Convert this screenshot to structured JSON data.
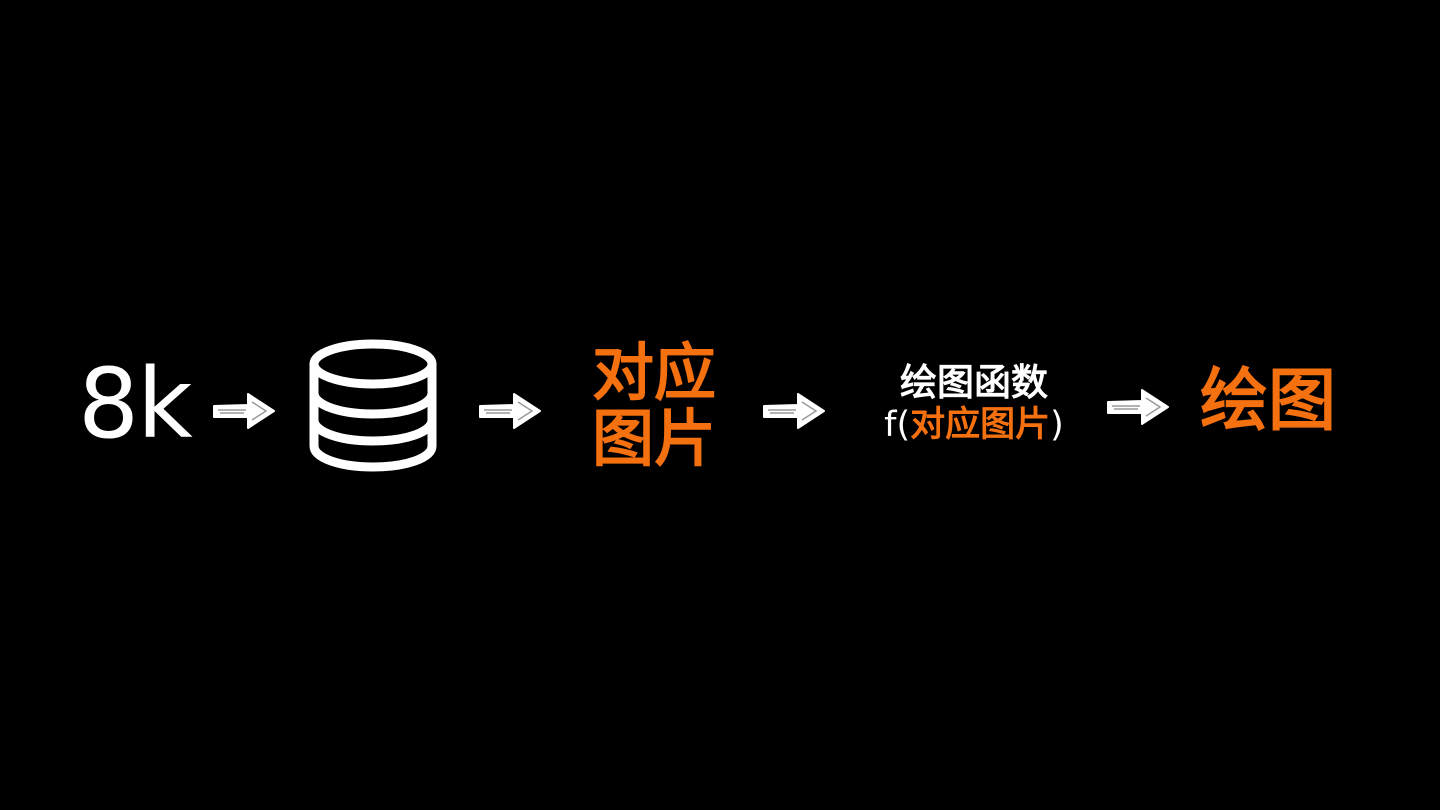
{
  "colors": {
    "background": "#000000",
    "text": "#ffffff",
    "accent": "#f5700f"
  },
  "nodes": {
    "input": {
      "label": "8k"
    },
    "database": {
      "icon": "database-icon"
    },
    "lookup": {
      "line1": "对应",
      "line2": "图片"
    },
    "function": {
      "name": "绘图函数",
      "call_prefix": "f(",
      "call_arg": "对应图片",
      "call_suffix": ")"
    },
    "output": {
      "label": "绘图"
    }
  },
  "connectors": [
    {
      "from": "input",
      "to": "database",
      "icon": "arrow-right-icon"
    },
    {
      "from": "database",
      "to": "lookup",
      "icon": "arrow-right-icon"
    },
    {
      "from": "lookup",
      "to": "function",
      "icon": "arrow-right-icon"
    },
    {
      "from": "function",
      "to": "output",
      "icon": "arrow-right-icon"
    }
  ]
}
